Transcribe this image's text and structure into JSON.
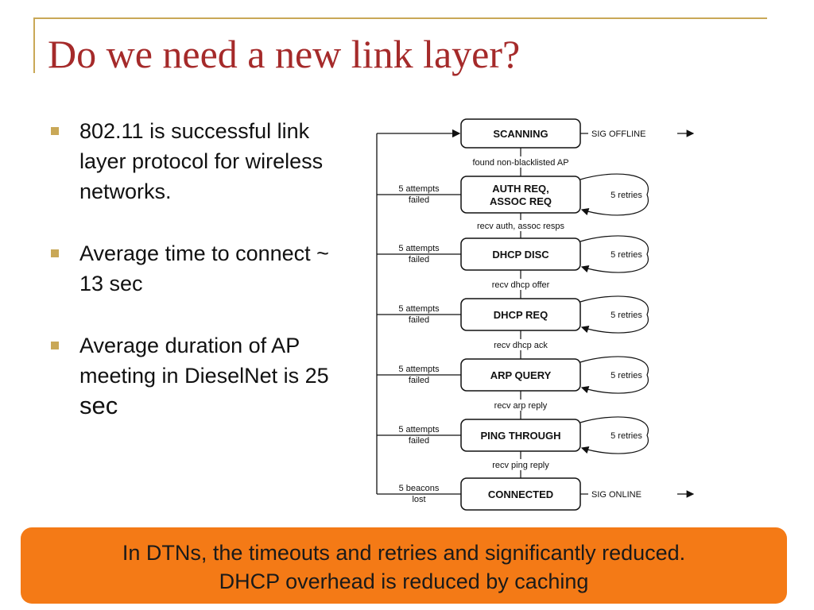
{
  "slide": {
    "title": "Do we need a new link layer?",
    "bullets": [
      {
        "main": "802.11 is successful link layer protocol for wireless networks.",
        "tail": ""
      },
      {
        "main": "Average time to connect ~ 13 sec",
        "tail": ""
      },
      {
        "main": "Average duration of AP meeting in DieselNet is 25 ",
        "tail": "sec"
      }
    ],
    "banner": {
      "line1": "In DTNs, the timeouts and retries and significantly reduced.",
      "line2": "DHCP overhead is reduced by caching"
    }
  },
  "diagram": {
    "states": [
      {
        "label": [
          "SCANNING"
        ],
        "side": "SIG OFFLINE",
        "left": [],
        "retries": ""
      },
      {
        "label": [
          "AUTH REQ,",
          "ASSOC REQ"
        ],
        "side": "",
        "left": [
          "5 attempts",
          "failed"
        ],
        "retries": "5 retries"
      },
      {
        "label": [
          "DHCP DISC"
        ],
        "side": "",
        "left": [
          "5 attempts",
          "failed"
        ],
        "retries": "5 retries"
      },
      {
        "label": [
          "DHCP REQ"
        ],
        "side": "",
        "left": [
          "5 attempts",
          "failed"
        ],
        "retries": "5 retries"
      },
      {
        "label": [
          "ARP QUERY"
        ],
        "side": "",
        "left": [
          "5 attempts",
          "failed"
        ],
        "retries": "5 retries"
      },
      {
        "label": [
          "PING THROUGH"
        ],
        "side": "",
        "left": [
          "5 attempts",
          "failed"
        ],
        "retries": "5 retries"
      },
      {
        "label": [
          "CONNECTED"
        ],
        "side": "SIG ONLINE",
        "left": [
          "5 beacons",
          "lost"
        ],
        "retries": ""
      }
    ],
    "transitions": [
      "found non-blacklisted AP",
      "recv auth, assoc resps",
      "recv dhcp offer",
      "recv dhcp ack",
      "recv arp reply",
      "recv ping reply"
    ]
  }
}
